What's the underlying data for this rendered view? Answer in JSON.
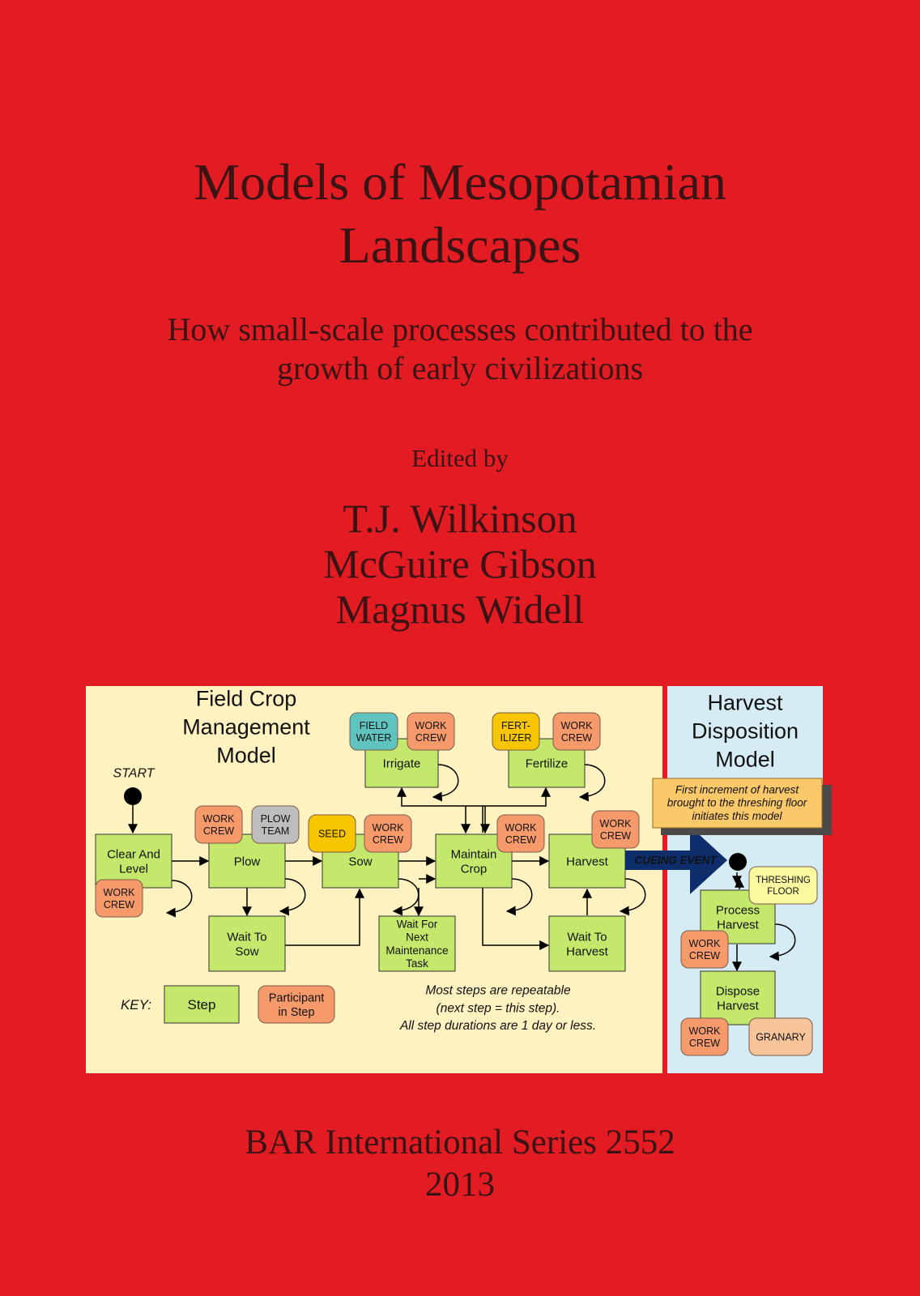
{
  "cover": {
    "title_line1": "Models of Mesopotamian",
    "title_line2": "Landscapes",
    "subtitle_line1": "How small-scale processes contributed to the",
    "subtitle_line2": "growth of early civilizations",
    "edited_by": "Edited by",
    "editors": [
      "T.J. Wilkinson",
      "McGuire Gibson",
      "Magnus Widell"
    ],
    "series": "BAR International Series 2552",
    "year": "2013"
  },
  "diagram": {
    "field_title": [
      "Field Crop",
      "Management",
      "Model"
    ],
    "harvest_title": [
      "Harvest",
      "Disposition",
      "Model"
    ],
    "start": "START",
    "steps": {
      "clear": [
        "Clear And",
        "Level"
      ],
      "plow": [
        "Plow"
      ],
      "sow": [
        "Sow"
      ],
      "maintain": [
        "Maintain",
        "Crop"
      ],
      "harvest": [
        "Harvest"
      ],
      "irrigate": [
        "Irrigate"
      ],
      "fertilize": [
        "Fertilize"
      ],
      "wait_sow": [
        "Wait To",
        "Sow"
      ],
      "wait_maint": [
        "Wait For",
        "Next",
        "Maintenance",
        "Task"
      ],
      "wait_harvest": [
        "Wait To",
        "Harvest"
      ],
      "process": [
        "Process",
        "Harvest"
      ],
      "dispose": [
        "Dispose",
        "Harvest"
      ]
    },
    "participants": {
      "work_crew": [
        "WORK",
        "CREW"
      ],
      "plow_team": [
        "PLOW",
        "TEAM"
      ],
      "seed": [
        "SEED"
      ],
      "field_water": [
        "FIELD",
        "WATER"
      ],
      "fertilizer": [
        "FERT-",
        "ILIZER"
      ],
      "threshing": [
        "THRESHING",
        "FLOOR"
      ],
      "granary": [
        "GRANARY"
      ]
    },
    "cueing_event": "CUEING EVENT",
    "note_harvest": [
      "First increment of harvest",
      "brought to the threshing floor",
      "initiates this model"
    ],
    "key_label": "KEY:",
    "key_step": [
      "Step"
    ],
    "key_participant": [
      "Participant",
      "in Step"
    ],
    "repeat_note": [
      "Most steps are repeatable",
      "(next step = this step).",
      "All step durations are 1 day or less."
    ],
    "colors": {
      "field_bg": "#fdf2c0",
      "harvest_bg": "#d6ecf4",
      "step": "#c4e86b",
      "work_crew": "#f79a6b",
      "plow_team": "#bdbdbd",
      "seed": "#f7c600",
      "field_water": "#5fc4c0",
      "threshing": "#fbf9a0",
      "granary": "#f8c49a",
      "note": "#fbc86a",
      "cue": "#0d2d6b"
    }
  }
}
